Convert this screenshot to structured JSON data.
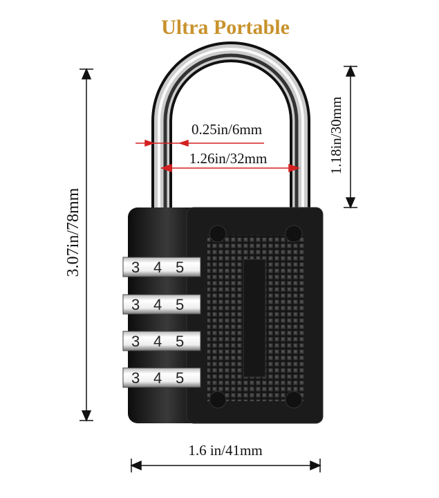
{
  "title": "Ultra Portable",
  "colors": {
    "title": "#c8922c",
    "dimension_line": "#111111",
    "inner_dimension_line": "#d42020",
    "lock_body": "#1a1a1a"
  },
  "dimensions": {
    "height_total": "3.07in/78mm",
    "shackle_height": "1.18in/30mm",
    "shackle_thickness": "0.25in/6mm",
    "shackle_width": "1.26in/32mm",
    "body_width": "1.6 in/41mm"
  },
  "dials": [
    {
      "digits": [
        "3",
        "4",
        "5"
      ]
    },
    {
      "digits": [
        "3",
        "4",
        "5"
      ]
    },
    {
      "digits": [
        "3",
        "4",
        "5"
      ]
    },
    {
      "digits": [
        "3",
        "4",
        "5"
      ]
    }
  ]
}
